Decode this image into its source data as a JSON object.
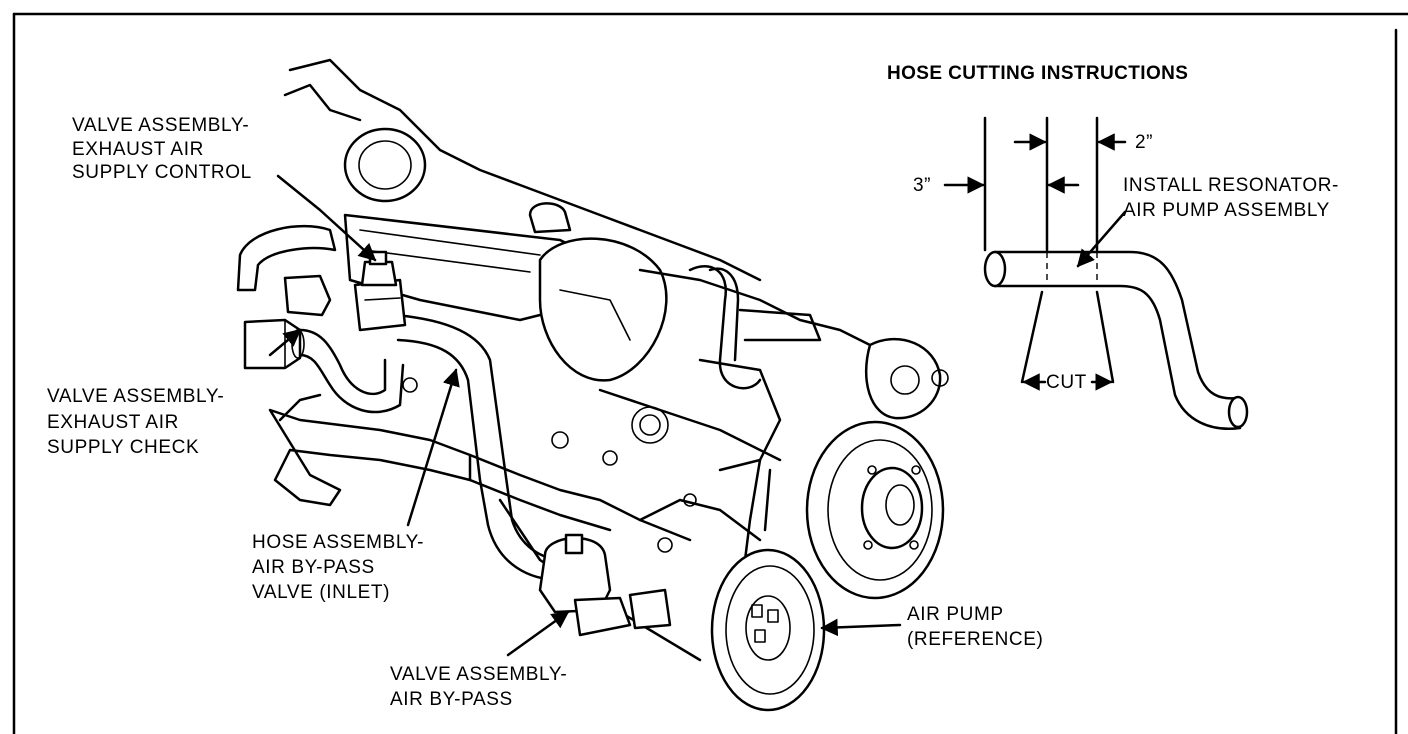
{
  "labels": {
    "valve_exhaust_control": [
      "VALVE ASSEMBLY-",
      "EXHAUST AIR",
      "SUPPLY CONTROL"
    ],
    "valve_exhaust_check": [
      "VALVE ASSEMBLY-",
      "EXHAUST AIR",
      "SUPPLY CHECK"
    ],
    "hose_bypass_inlet": [
      "HOSE ASSEMBLY-",
      "AIR BY-PASS",
      "VALVE (INLET)"
    ],
    "valve_bypass": [
      "VALVE ASSEMBLY-",
      "AIR BY-PASS"
    ],
    "air_pump": [
      "AIR PUMP",
      "(REFERENCE)"
    ]
  },
  "hose_instructions": {
    "title": "HOSE CUTTING INSTRUCTIONS",
    "dim_left": "3”",
    "dim_right": "2”",
    "install": [
      "INSTALL RESONATOR-",
      "AIR PUMP ASSEMBLY"
    ],
    "cut": "CUT"
  }
}
